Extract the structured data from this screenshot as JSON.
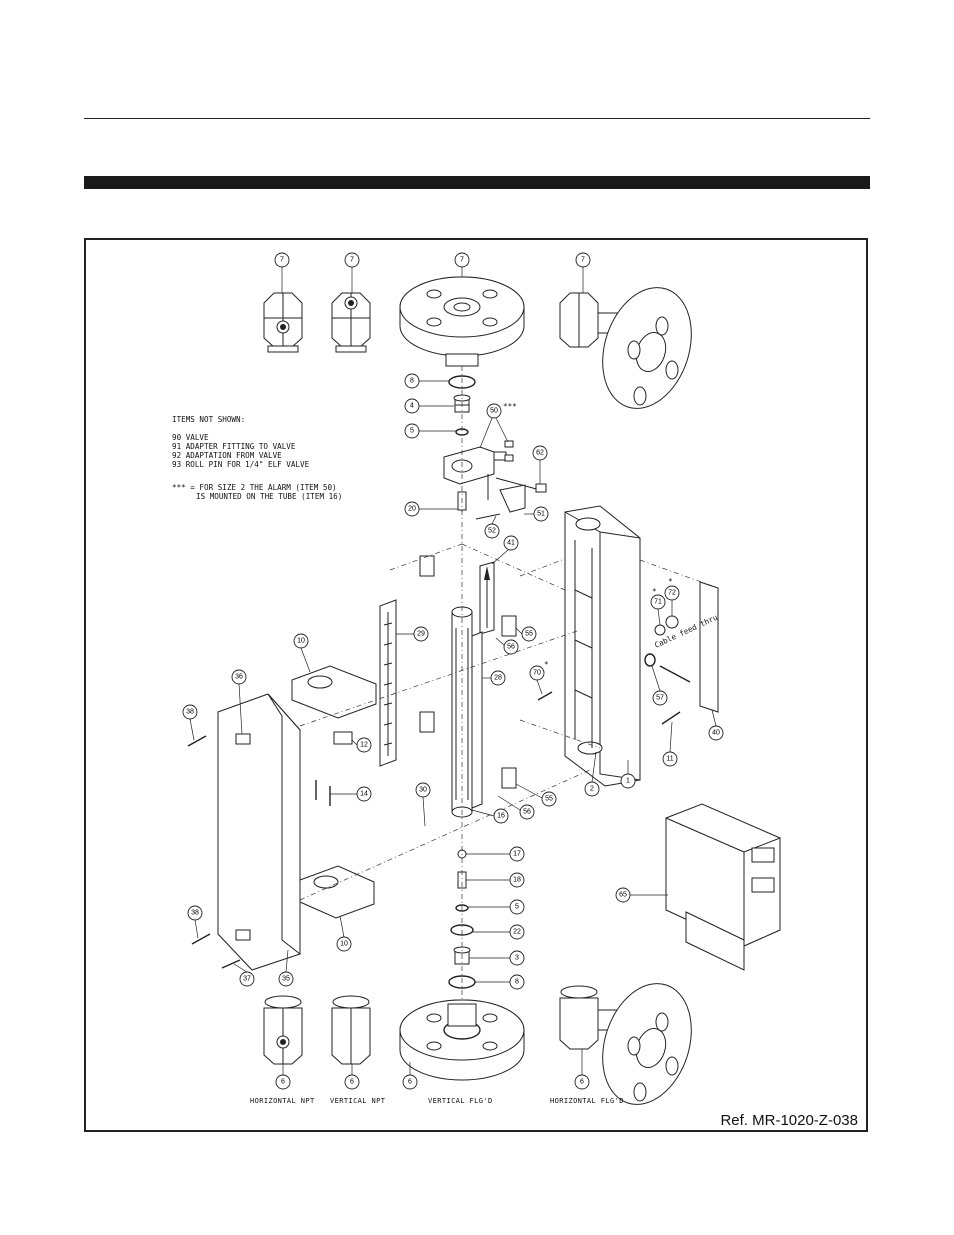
{
  "notes": {
    "heading": "ITEMS NOT SHOWN:",
    "items": [
      "90  VALVE",
      "91  ADAPTER FITTING TO VALVE",
      "92  ADAPTATION FROM VALVE",
      "93  ROLL PIN FOR 1/4\" ELF VALVE"
    ],
    "footnote_line1": "*** = FOR SIZE 2 THE ALARM (ITEM 50)",
    "footnote_line2": "IS MOUNTED ON THE TUBE (ITEM 16)"
  },
  "captions": {
    "horizontal_npt": "HORIZONTAL NPT",
    "vertical_npt": "VERTICAL NPT",
    "vertical_flgd": "VERTICAL FLG'D",
    "horizontal_flgd": "HORIZONTAL FLG'D"
  },
  "annotations": {
    "alarm_marker": "***",
    "cable_feed_thru": "Cable feed thru",
    "star": "*"
  },
  "reference": "Ref. MR-1020-Z-038",
  "callouts": [
    "7",
    "7",
    "7",
    "7",
    "8",
    "4",
    "5",
    "50",
    "62",
    "20",
    "52",
    "51",
    "41",
    "29",
    "55",
    "56",
    "28",
    "71",
    "72",
    "70",
    "57",
    "10",
    "36",
    "38",
    "12",
    "14",
    "30",
    "16",
    "11",
    "40",
    "2",
    "1",
    "55",
    "56",
    "65",
    "17",
    "18",
    "5",
    "22",
    "3",
    "8",
    "10",
    "38",
    "37",
    "35",
    "6",
    "6",
    "6",
    "6"
  ],
  "colors": {
    "ink": "#222222",
    "bar": "#1a1a1a",
    "paper": "#ffffff"
  }
}
